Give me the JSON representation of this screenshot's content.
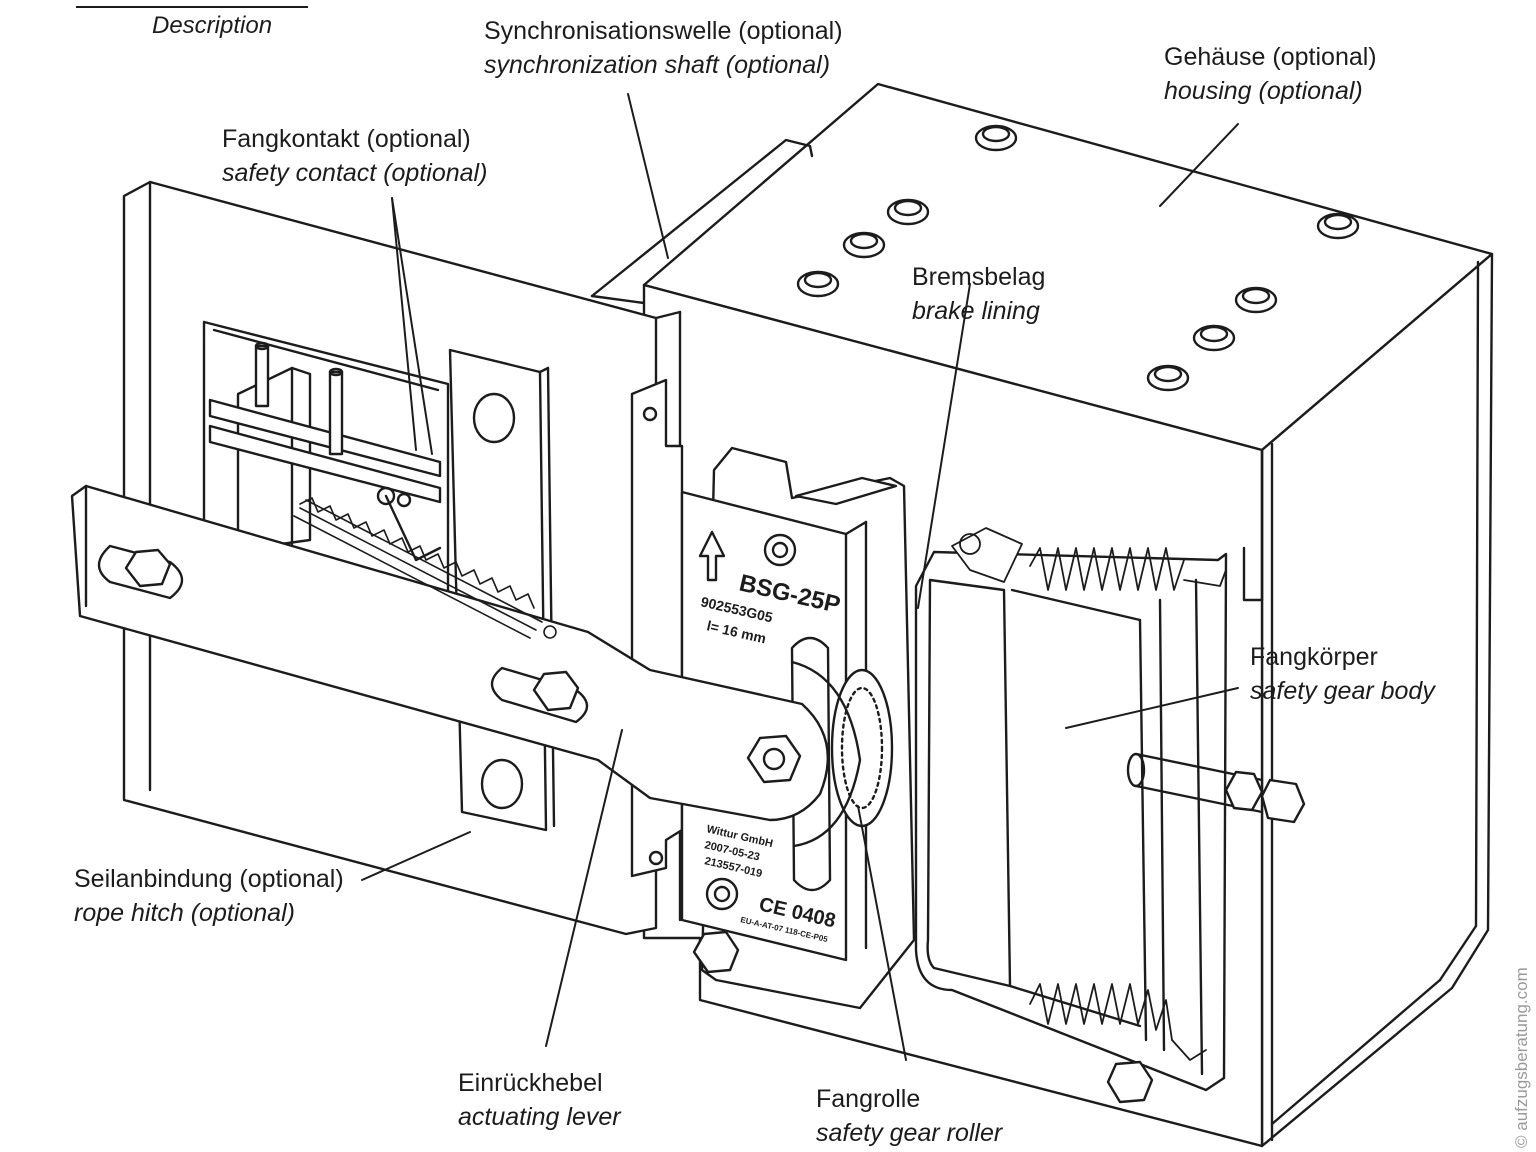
{
  "header": {
    "section": "Description"
  },
  "labels": {
    "sync_shaft": {
      "de": "Synchronisationswelle (optional)",
      "en": "synchronization shaft (optional)"
    },
    "housing": {
      "de": "Gehäuse (optional)",
      "en": "housing (optional)"
    },
    "safety_contact": {
      "de": "Fangkontakt (optional)",
      "en": "safety contact (optional)"
    },
    "brake_lining": {
      "de": "Bremsbelag",
      "en": "brake lining"
    },
    "gear_body": {
      "de": "Fangkörper",
      "en": "safety gear body"
    },
    "rope_hitch": {
      "de": "Seilanbindung (optional)",
      "en": "rope hitch (optional)"
    },
    "actuating_lever": {
      "de": "Einrückhebel",
      "en": "actuating lever"
    },
    "gear_roller": {
      "de": "Fangrolle",
      "en": "safety gear roller"
    }
  },
  "plate_markings": {
    "model": "BSG-25P",
    "part_no": "902553G05",
    "travel": "l= 16 mm",
    "maker": "Wittur GmbH",
    "date": "2007-05-23",
    "serial": "213557-019",
    "ce": "CE 0408",
    "approval": "EU-A-AT-07 118-CE-P05"
  },
  "watermark": "© aufzugsberatung.com",
  "colors": {
    "ink": "#1c1c1c",
    "paper": "#ffffff",
    "watermark": "#9a9a9a"
  }
}
